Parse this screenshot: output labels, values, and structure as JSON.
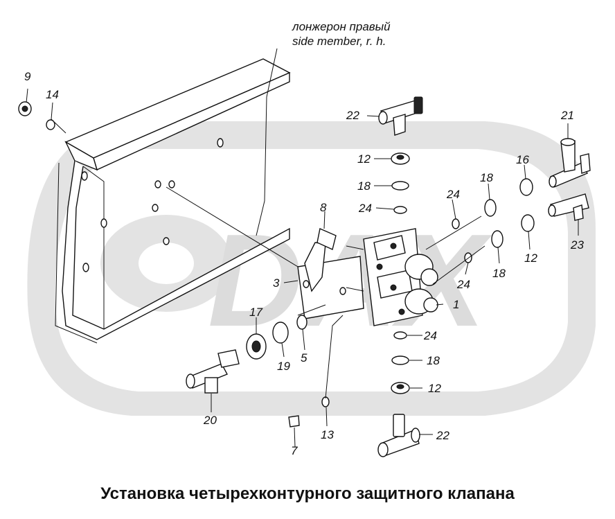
{
  "note": {
    "line1": "лонжерон правый",
    "line2": "side member, r. h."
  },
  "caption": "Установка четырехконтурного защитного клапана",
  "watermark_color": "#d9d9d9",
  "labels": {
    "p1": "1",
    "p3": "3",
    "p5": "5",
    "p7": "7",
    "p8": "8",
    "p9": "9",
    "p12a": "12",
    "p12b": "12",
    "p12c": "12",
    "p13": "13",
    "p14": "14",
    "p16": "16",
    "p17": "17",
    "p18a": "18",
    "p18b": "18",
    "p18c": "18",
    "p18d": "18",
    "p19": "19",
    "p20": "20",
    "p21": "21",
    "p22a": "22",
    "p22b": "22",
    "p23": "23",
    "p24a": "24",
    "p24b": "24",
    "p24c": "24",
    "p24d": "24"
  }
}
